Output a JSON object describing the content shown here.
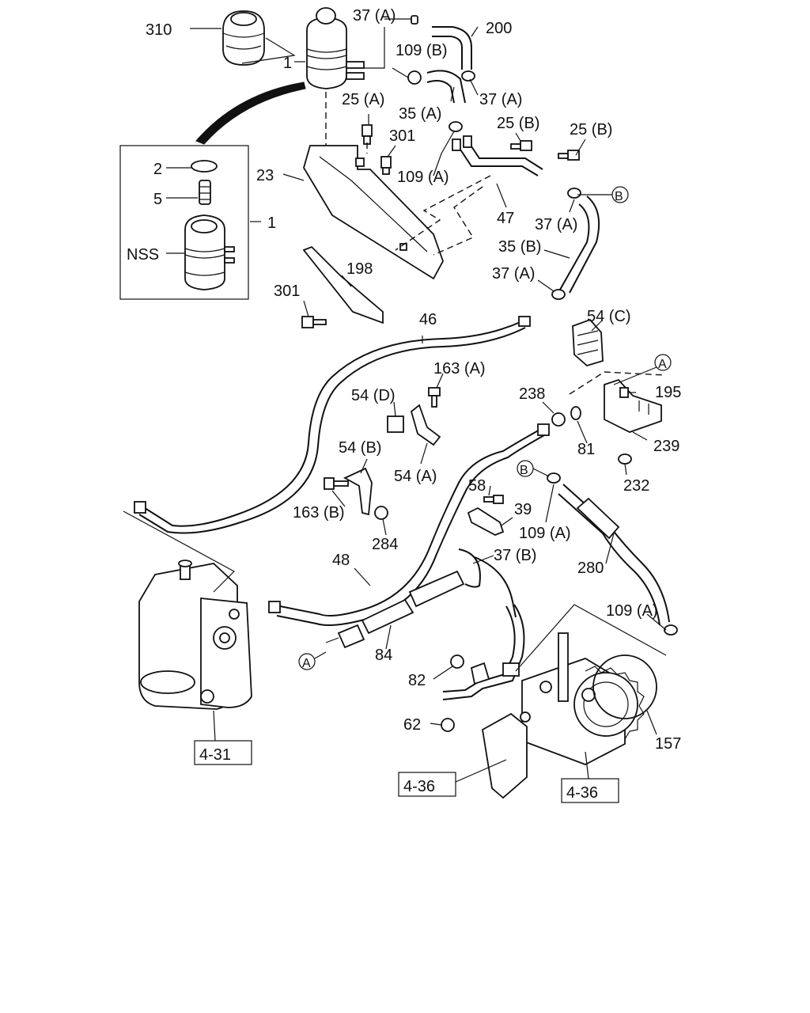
{
  "diagram": {
    "callouts": [
      {
        "id": "c310",
        "text": "310"
      },
      {
        "id": "c37a1",
        "text": "37 (A)"
      },
      {
        "id": "c200",
        "text": "200"
      },
      {
        "id": "c109b",
        "text": "109 (B)"
      },
      {
        "id": "c1top",
        "text": "1"
      },
      {
        "id": "c35a",
        "text": "35 (A)"
      },
      {
        "id": "c37a2",
        "text": "37 (A)"
      },
      {
        "id": "c25a",
        "text": "25 (A)"
      },
      {
        "id": "c25b1",
        "text": "25 (B)"
      },
      {
        "id": "c25b2",
        "text": "25 (B)"
      },
      {
        "id": "c301a",
        "text": "301"
      },
      {
        "id": "c109a1",
        "text": "109 (A)"
      },
      {
        "id": "c23",
        "text": "23"
      },
      {
        "id": "c2",
        "text": "2"
      },
      {
        "id": "c5",
        "text": "5"
      },
      {
        "id": "c1box",
        "text": "1"
      },
      {
        "id": "cnss",
        "text": "NSS"
      },
      {
        "id": "c47",
        "text": "47"
      },
      {
        "id": "c37a3",
        "text": "37 (A)"
      },
      {
        "id": "c35b",
        "text": "35 (B)"
      },
      {
        "id": "c198",
        "text": "198"
      },
      {
        "id": "c301b",
        "text": "301"
      },
      {
        "id": "c37a4",
        "text": "37 (A)"
      },
      {
        "id": "c54c",
        "text": "54 (C)"
      },
      {
        "id": "c46",
        "text": "46"
      },
      {
        "id": "c163a",
        "text": "163 (A)"
      },
      {
        "id": "c54d",
        "text": "54 (D)"
      },
      {
        "id": "c238",
        "text": "238"
      },
      {
        "id": "c195",
        "text": "195"
      },
      {
        "id": "c239",
        "text": "239"
      },
      {
        "id": "c81",
        "text": "81"
      },
      {
        "id": "c54a",
        "text": "54 (A)"
      },
      {
        "id": "c54b",
        "text": "54 (B)"
      },
      {
        "id": "c232",
        "text": "232"
      },
      {
        "id": "c58",
        "text": "58"
      },
      {
        "id": "c39",
        "text": "39"
      },
      {
        "id": "c163b",
        "text": "163 (B)"
      },
      {
        "id": "c109a2",
        "text": "109 (A)"
      },
      {
        "id": "c284",
        "text": "284"
      },
      {
        "id": "c37b",
        "text": "37 (B)"
      },
      {
        "id": "c280",
        "text": "280"
      },
      {
        "id": "c48",
        "text": "48"
      },
      {
        "id": "c109a3",
        "text": "109 (A)"
      },
      {
        "id": "c84",
        "text": "84"
      },
      {
        "id": "c82",
        "text": "82"
      },
      {
        "id": "c157",
        "text": "157"
      },
      {
        "id": "c62",
        "text": "62"
      }
    ],
    "markers": {
      "A": "A",
      "B": "B"
    },
    "references": {
      "ref_431": "4-31",
      "ref_436_left": "4-36",
      "ref_436_right": "4-36"
    }
  }
}
